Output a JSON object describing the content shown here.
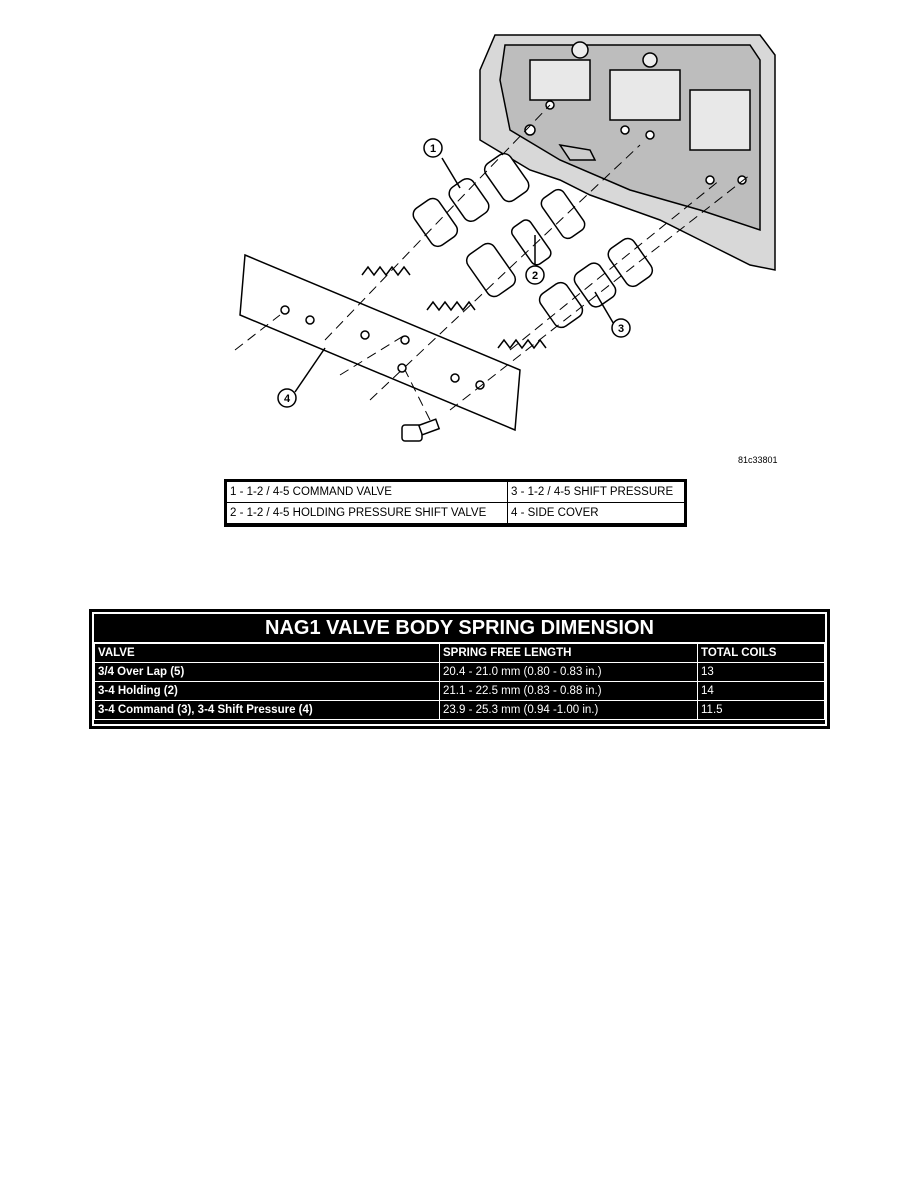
{
  "figure": {
    "callouts": [
      "1",
      "2",
      "3",
      "4"
    ],
    "code": "81c33801"
  },
  "legend": {
    "rows": [
      [
        "1 - 1-2 / 4-5 COMMAND VALVE",
        "3 - 1-2 / 4-5 SHIFT PRESSURE"
      ],
      [
        "2 - 1-2 / 4-5 HOLDING PRESSURE SHIFT VALVE",
        "4 - SIDE COVER"
      ]
    ]
  },
  "spring_table": {
    "title": "NAG1 VALVE BODY SPRING DIMENSION",
    "headers": [
      "VALVE",
      "SPRING FREE LENGTH",
      "TOTAL COILS"
    ],
    "rows": [
      [
        "3/4 Over Lap (5)",
        "20.4 - 21.0 mm (0.80 - 0.83 in.)",
        "13"
      ],
      [
        "3-4 Holding (2)",
        "21.1 - 22.5 mm (0.83 - 0.88 in.)",
        "14"
      ],
      [
        "3-4 Command (3), 3-4 Shift Pressure (4)",
        "23.9 - 25.3 mm (0.94 -1.00 in.)",
        "11.5"
      ]
    ]
  }
}
